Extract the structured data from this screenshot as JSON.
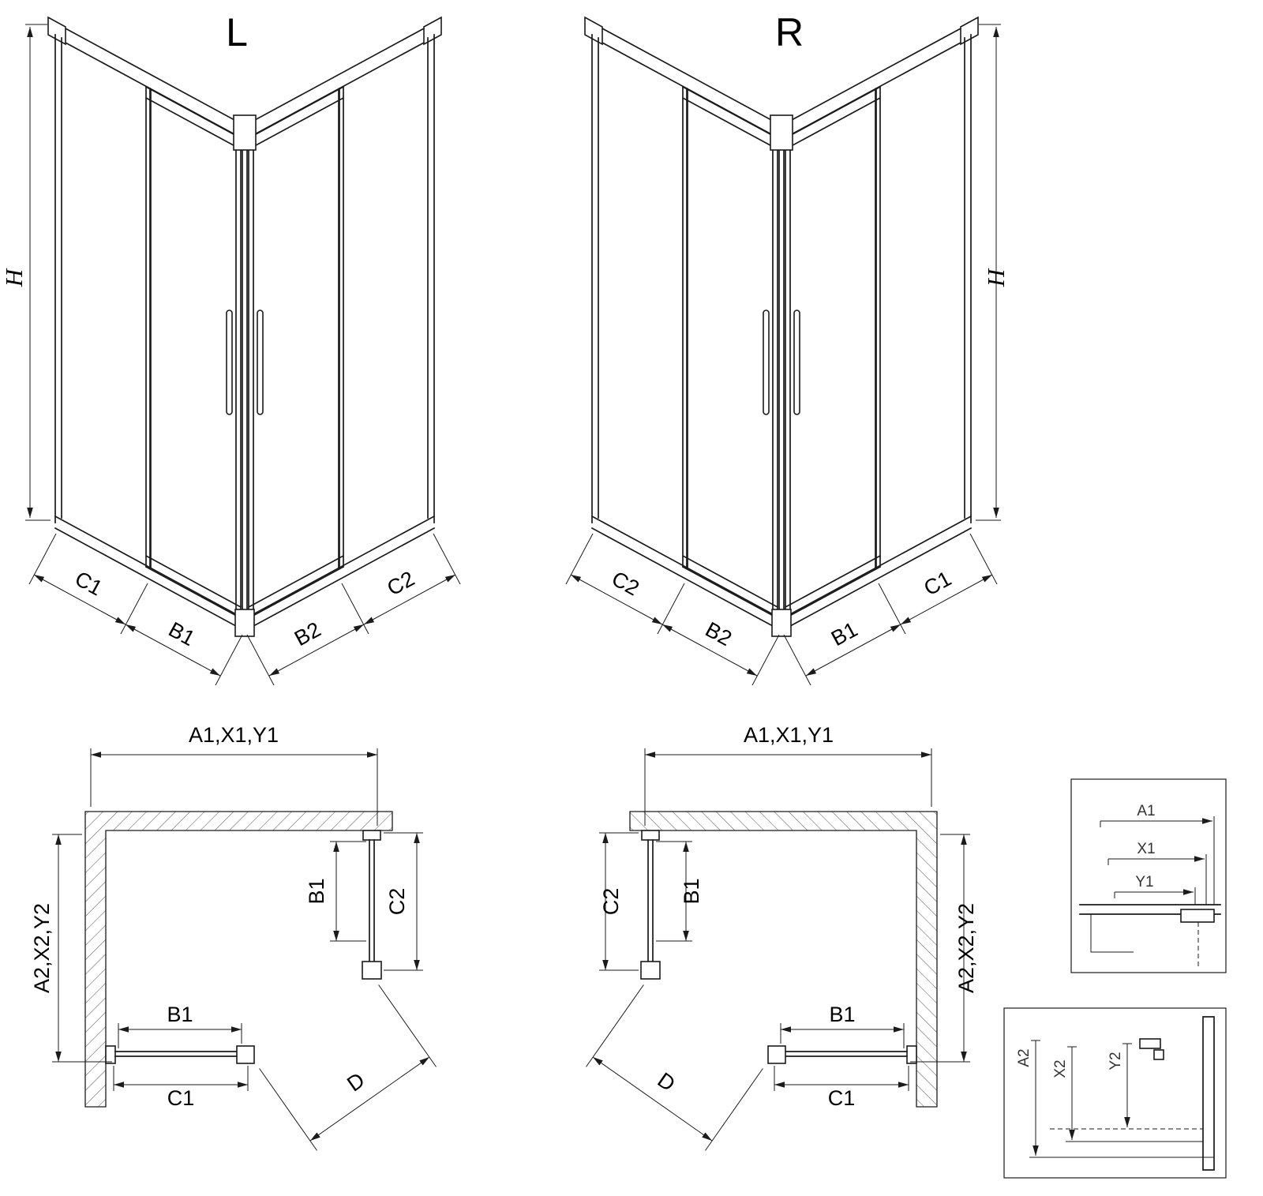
{
  "iso_left": {
    "title": "L",
    "height": "H",
    "dims": [
      "C1",
      "B1",
      "B2",
      "C2"
    ]
  },
  "iso_right": {
    "title": "R",
    "height": "H",
    "dims": [
      "C2",
      "B2",
      "B1",
      "C1"
    ]
  },
  "plan_left": {
    "width_top": "A1,X1,Y1",
    "depth_side": "A2,X2,Y2",
    "side_inner": "B1",
    "side_outer": "C2",
    "front_inner": "B1",
    "front_outer": "C1",
    "diagonal": "D"
  },
  "plan_right": {
    "width_top": "A1,X1,Y1",
    "depth_side": "A2,X2,Y2",
    "side_inner": "B1",
    "side_outer": "C2",
    "front_inner": "B1",
    "front_outer": "C1",
    "diagonal": "D"
  },
  "detail_width": {
    "labels": [
      "A1",
      "X1",
      "Y1"
    ]
  },
  "detail_depth": {
    "labels": [
      "A2",
      "X2",
      "Y2"
    ]
  }
}
